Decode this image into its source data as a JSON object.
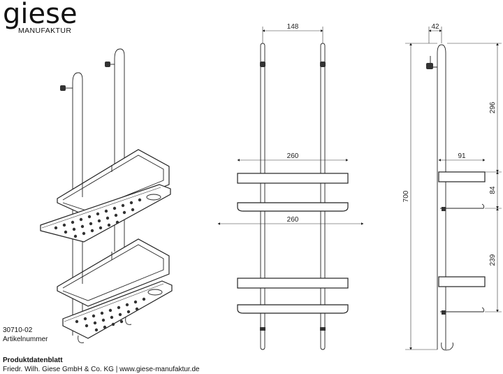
{
  "brand": {
    "name": "giese",
    "subtitle": "MANUFAKTUR"
  },
  "product": {
    "number": "30710-02",
    "number_label": "Artikelnummer"
  },
  "footer": {
    "title": "Produktdatenblatt",
    "company_line": "Friedr. Wilh. Giese GmbH & Co. KG | www.giese-manufaktur.de"
  },
  "dimensions": {
    "front_width": "148",
    "front_shelf_top": "260",
    "front_shelf_bottom": "260",
    "side_hook_depth": "42",
    "side_shelf_depth": "91",
    "side_total_height": "700",
    "side_seg_top": "296",
    "side_seg_mid": "84",
    "side_seg_bottom": "239"
  }
}
